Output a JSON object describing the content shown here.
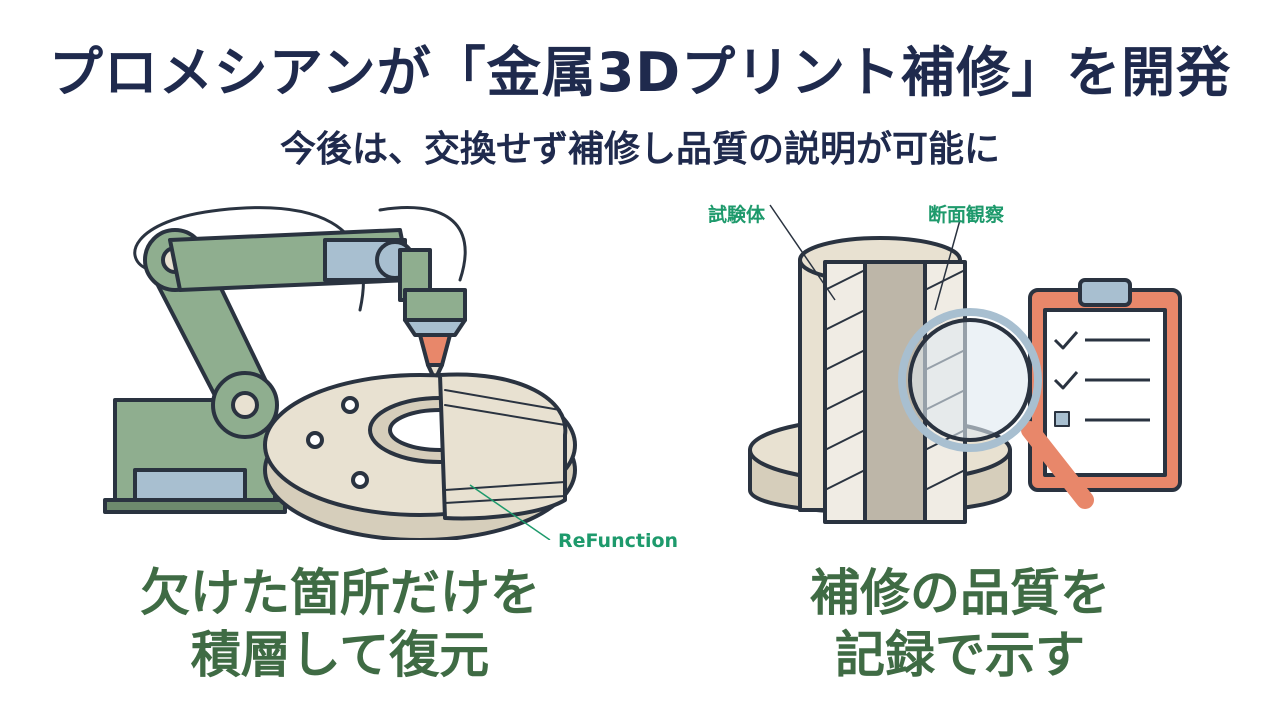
{
  "title": "プロメシアンが「金属3Dプリント補修」を開発",
  "subtitle": "今後は、交換せず補修し品質の説明が可能に",
  "left_panel": {
    "label": "ReFunction",
    "caption_line1": "欠けた箇所だけを",
    "caption_line2": "積層して復元"
  },
  "right_panel": {
    "label_specimen": "試験体",
    "label_section": "断面観察",
    "caption_line1": "補修の品質を",
    "caption_line2": "記録で示す"
  },
  "colors": {
    "title": "#1f2a4d",
    "caption": "#3f6b44",
    "label": "#1e9a6c",
    "robot_green": "#8fae8f",
    "robot_blue": "#a8bfd0",
    "part_beige": "#e8e1d1",
    "nozzle": "#e8876a"
  }
}
